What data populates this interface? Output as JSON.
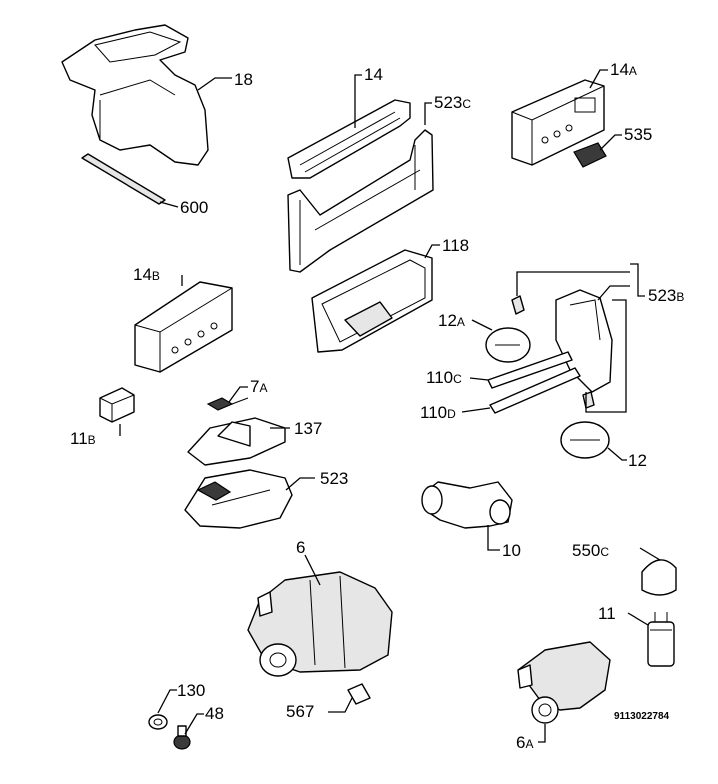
{
  "labels": {
    "p18": "18",
    "p600": "600",
    "p14": "14",
    "p523c": {
      "num": "523",
      "suf": "C"
    },
    "p14a": {
      "num": "14",
      "suf": "A"
    },
    "p535": "535",
    "p118": "118",
    "p523b": {
      "num": "523",
      "suf": "B"
    },
    "p14b": {
      "num": "14",
      "suf": "B"
    },
    "p12a": {
      "num": "12",
      "suf": "A"
    },
    "p7a": {
      "num": "7",
      "suf": "A"
    },
    "p110c": {
      "num": "110",
      "suf": "C"
    },
    "p11b": {
      "num": "11",
      "suf": "B"
    },
    "p110d": {
      "num": "110",
      "suf": "D"
    },
    "p137": "137",
    "p12": "12",
    "p523": "523",
    "p6": "6",
    "p10": "10",
    "p550c": {
      "num": "550",
      "suf": "C"
    },
    "p11": "11",
    "p130": "130",
    "p48": "48",
    "p567": "567",
    "p6a": {
      "num": "6",
      "suf": "A"
    }
  },
  "drawing_code": "9113022784"
}
